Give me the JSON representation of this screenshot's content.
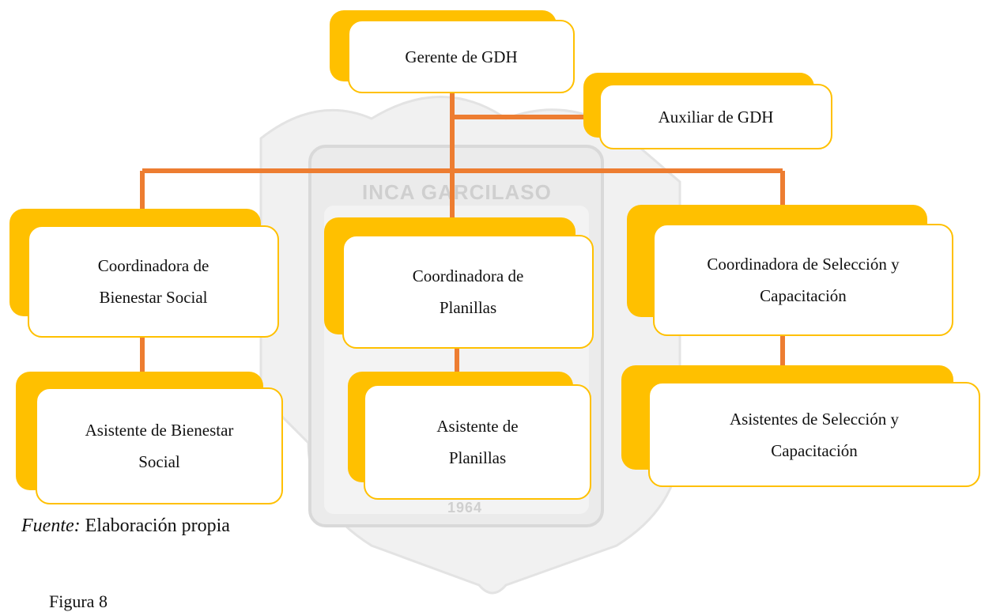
{
  "watermark": {
    "name": "INCA GARCILASO",
    "year": "1964"
  },
  "colors": {
    "box_accent": "#FFC000",
    "connector": "#ED7D31"
  },
  "nodes": {
    "gerente": "Gerente de GDH",
    "auxiliar": "Auxiliar de GDH",
    "coord_bienestar": {
      "line1": "Coordinadora de",
      "line2": "Bienestar Social"
    },
    "coord_planillas": {
      "line1": "Coordinadora de",
      "line2": "Planillas"
    },
    "coord_seleccion": {
      "line1": "Coordinadora de Selección y",
      "line2": "Capacitación"
    },
    "asist_bienestar": {
      "line1": "Asistente de Bienestar",
      "line2": "Social"
    },
    "asist_planillas": {
      "line1": "Asistente de",
      "line2": "Planillas"
    },
    "asist_seleccion": {
      "line1": "Asistentes de Selección y",
      "line2": "Capacitación"
    }
  },
  "caption": {
    "prefix": "Fuente:",
    "text": " Elaboración propia"
  },
  "figure_label": "Figura 8"
}
